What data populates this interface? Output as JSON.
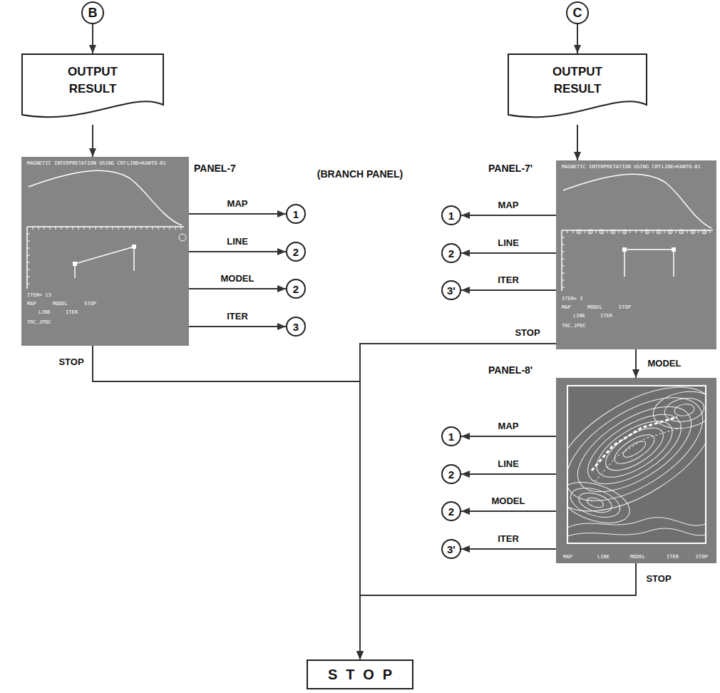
{
  "diagram": {
    "nodes": [
      {
        "text": [
          "B"
        ]
      },
      {
        "text": [
          "OUTPUT RESULT"
        ]
      },
      {
        "text": [
          "MAGNETIC INTERPRETATION USING CRT",
          "LINE=KANTO-01",
          "ITER= 13",
          "MAP",
          "MODEL",
          "STOP",
          "LINE",
          "ITER",
          "TRC.JPDC"
        ]
      },
      {
        "text": [
          "1"
        ]
      },
      {
        "text": [
          "2"
        ]
      },
      {
        "text": [
          "2"
        ]
      },
      {
        "text": [
          "3"
        ]
      },
      {
        "text": [
          "C"
        ]
      },
      {
        "text": [
          "OUTPUT RESULT"
        ]
      },
      {
        "text": [
          "MAGNETIC INTERPRETATION USING CRT",
          "LINE=KANTO-01",
          "ITER= 3",
          "MAP",
          "MODEL",
          "STOP",
          "LINE",
          "ITER",
          "TRC.JPDC"
        ]
      },
      {
        "text": [
          "1"
        ]
      },
      {
        "text": [
          "2"
        ]
      },
      {
        "text": [
          "3'"
        ]
      },
      {
        "text": [
          "MAP",
          "LINE",
          "MODEL",
          "ITER",
          "STOP"
        ]
      },
      {
        "text": [
          "1"
        ]
      },
      {
        "text": [
          "2"
        ]
      },
      {
        "text": [
          "2"
        ]
      },
      {
        "text": [
          "3'"
        ]
      },
      {
        "text": [
          "STOP"
        ]
      }
    ],
    "edges": [
      {
        "from": 0,
        "to": 1,
        "arrow": "to"
      },
      {
        "from": 1,
        "to": 2,
        "arrow": "to"
      },
      {
        "from": 2,
        "to": 3,
        "label": "MAP",
        "arrow": "to"
      },
      {
        "from": 2,
        "to": 4,
        "label": "LINE",
        "arrow": "to"
      },
      {
        "from": 2,
        "to": 5,
        "label": "MODEL",
        "arrow": "to"
      },
      {
        "from": 2,
        "to": 6,
        "label": "ITER",
        "arrow": "to"
      },
      {
        "from": 2,
        "to": 18,
        "label": "STOP",
        "arrow": "to"
      },
      {
        "from": 7,
        "to": 8,
        "arrow": "to"
      },
      {
        "from": 8,
        "to": 9,
        "arrow": "to"
      },
      {
        "from": 9,
        "to": 10,
        "label": "MAP",
        "arrow": "to"
      },
      {
        "from": 9,
        "to": 11,
        "label": "LINE",
        "arrow": "to"
      },
      {
        "from": 9,
        "to": 12,
        "label": "ITER",
        "arrow": "to"
      },
      {
        "from": 9,
        "to": 18,
        "label": "STOP",
        "arrow": "to"
      },
      {
        "from": 9,
        "to": 13,
        "label": "MODEL",
        "arrow": "to"
      },
      {
        "from": 13,
        "to": 14,
        "label": "MAP",
        "arrow": "to"
      },
      {
        "from": 13,
        "to": 15,
        "label": "LINE",
        "arrow": "to"
      },
      {
        "from": 13,
        "to": 16,
        "label": "MODEL",
        "arrow": "to"
      },
      {
        "from": 13,
        "to": 17,
        "label": "ITER",
        "arrow": "to"
      },
      {
        "from": 13,
        "to": 18,
        "label": "STOP",
        "arrow": "to"
      }
    ],
    "labels": [
      "PANEL-7",
      "(BRANCH PANEL)",
      "PANEL-7'",
      "PANEL-8'"
    ]
  }
}
